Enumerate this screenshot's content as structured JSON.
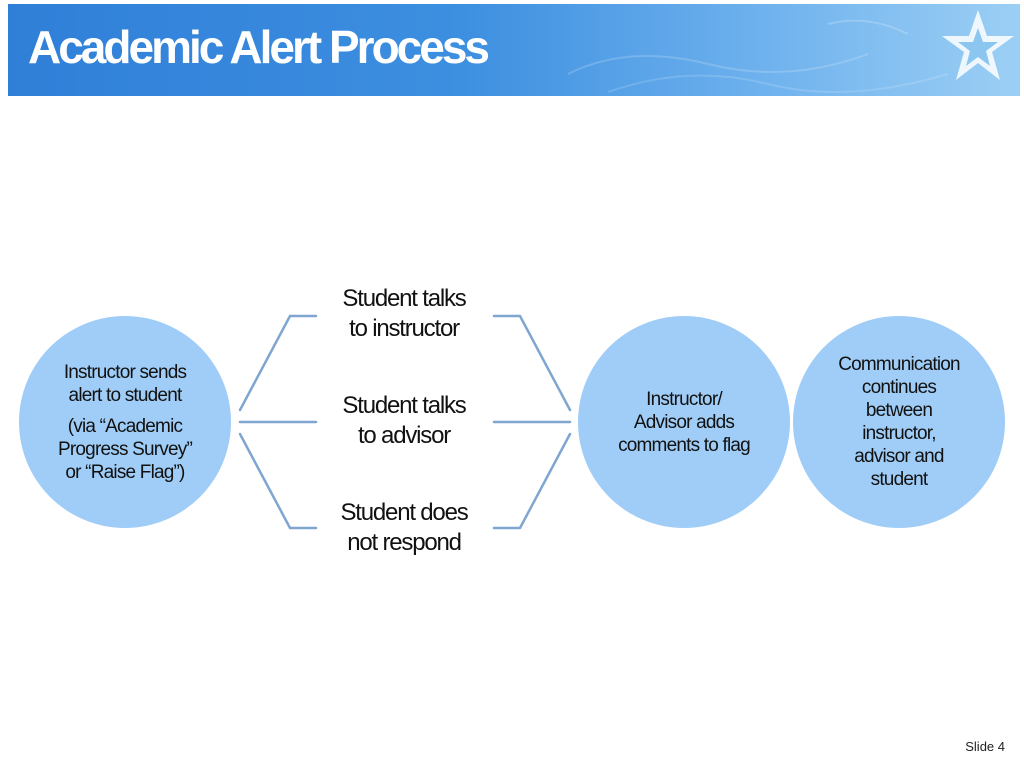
{
  "header": {
    "title": "Academic Alert Process"
  },
  "diagram": {
    "start_circle": {
      "line1": "Instructor sends",
      "line2": "alert to student",
      "line3": "(via “Academic",
      "line4": "Progress Survey”",
      "line5": "or “Raise Flag”)"
    },
    "options": [
      {
        "line1": "Student talks",
        "line2": "to instructor"
      },
      {
        "line1": "Student talks",
        "line2": "to advisor"
      },
      {
        "line1": "Student does",
        "line2": "not respond"
      }
    ],
    "step_circle": {
      "line1": "Instructor/",
      "line2": "Advisor adds",
      "line3": "comments to flag"
    },
    "end_circle": {
      "line1": "Communication",
      "line2": "continues",
      "line3": "between",
      "line4": "instructor,",
      "line5": "advisor and",
      "line6": "student"
    }
  },
  "footer": {
    "slide_number": "Slide 4"
  },
  "colors": {
    "banner": "#2f7fd8",
    "circle_fill": "#9fcdf7",
    "connector": "#7fa6d0"
  }
}
